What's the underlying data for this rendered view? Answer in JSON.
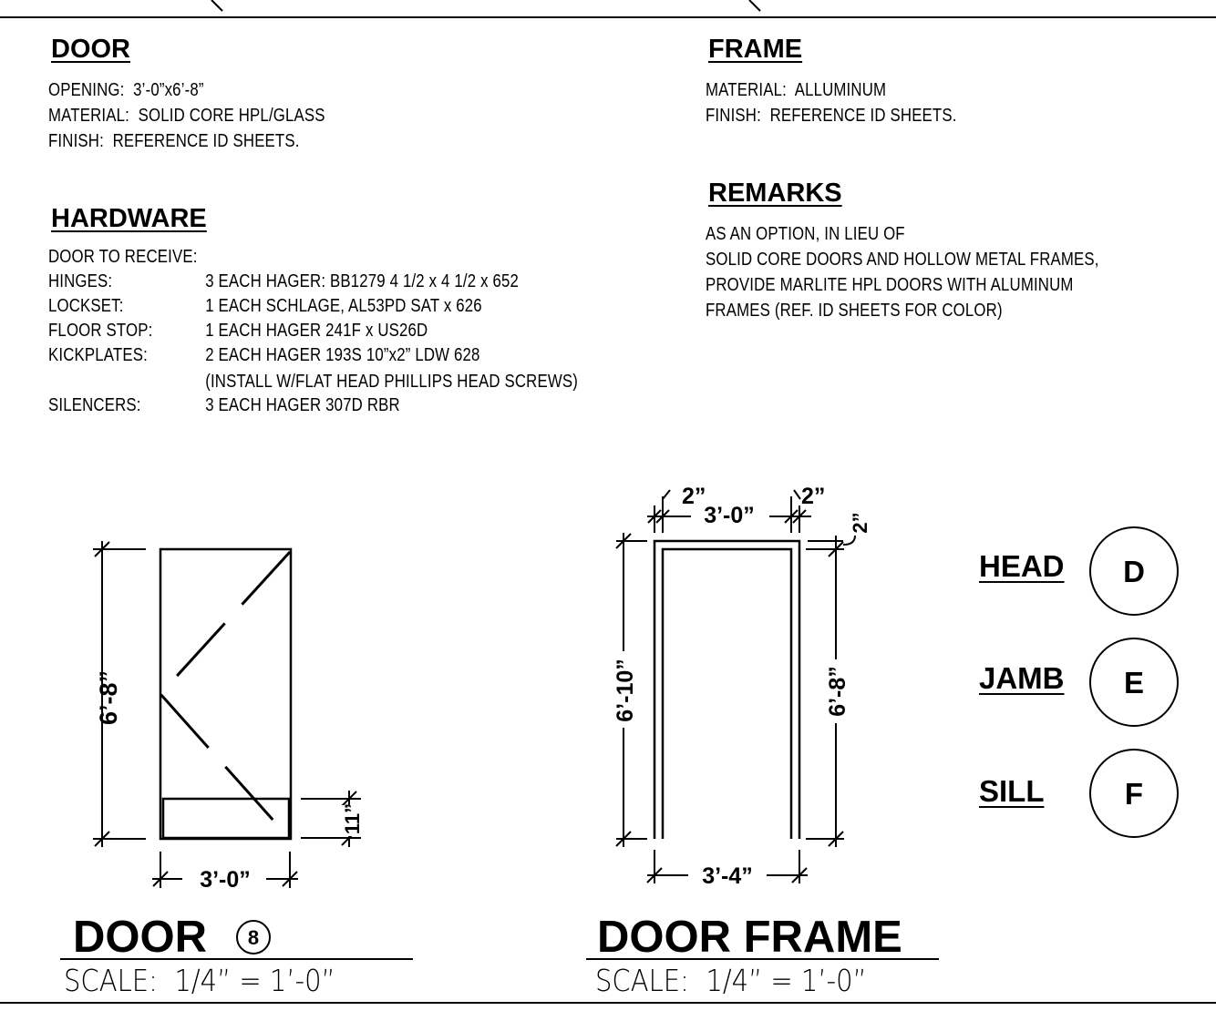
{
  "door_section": {
    "title": "DOOR",
    "lines": [
      "OPENING:  3’-0”x6’-8”",
      "MATERIAL:  SOLID CORE HPL/GLASS",
      "FINISH:  REFERENCE ID SHEETS."
    ]
  },
  "hardware_section": {
    "title": "HARDWARE",
    "intro": "DOOR TO RECEIVE:",
    "items": [
      {
        "label": "HINGES:",
        "value": "3 EACH HAGER: BB1279 4 1/2 x 4 1/2 x 652"
      },
      {
        "label": "LOCKSET:",
        "value": "1 EACH SCHLAGE, AL53PD SAT x 626"
      },
      {
        "label": "FLOOR STOP:",
        "value": "1 EACH HAGER 241F x US26D"
      },
      {
        "label": "KICKPLATES:",
        "value": "2 EACH HAGER 193S 10”x2” LDW 628"
      },
      {
        "label": "",
        "value": "(INSTALL W/FLAT HEAD PHILLIPS HEAD SCREWS)"
      },
      {
        "label": "SILENCERS:",
        "value": "3 EACH HAGER 307D RBR"
      }
    ]
  },
  "frame_section": {
    "title": "FRAME",
    "lines": [
      "MATERIAL:  ALLUMINUM",
      "FINISH:  REFERENCE ID SHEETS."
    ]
  },
  "remarks_section": {
    "title": "REMARKS",
    "lines": [
      "AS AN OPTION, IN LIEU OF",
      "SOLID CORE DOORS AND HOLLOW METAL FRAMES,",
      "PROVIDE MARLITE HPL DOORS WITH ALUMINUM",
      "FRAMES (REF. ID SHEETS FOR COLOR)"
    ]
  },
  "door_drawing": {
    "height_dim": "6’-8”",
    "width_dim": "3’-0”",
    "kickplate_dim": "11”",
    "title": "DOOR",
    "tag_number": "8",
    "scale": "SCALE:  1/4” = 1’-0”"
  },
  "frame_drawing": {
    "top_left_dim": "2”",
    "top_width_dim": "3’-0”",
    "top_right_dim": "2”",
    "head_dim": "2”",
    "left_height_dim": "6’-10”",
    "right_height_dim": "6’-8”",
    "bottom_width_dim": "3’-4”",
    "title": "DOOR FRAME",
    "scale": "SCALE:  1/4” = 1’-0”"
  },
  "details": [
    {
      "label": "HEAD",
      "letter": "D"
    },
    {
      "label": "JAMB",
      "letter": "E"
    },
    {
      "label": "SILL",
      "letter": "F"
    }
  ]
}
